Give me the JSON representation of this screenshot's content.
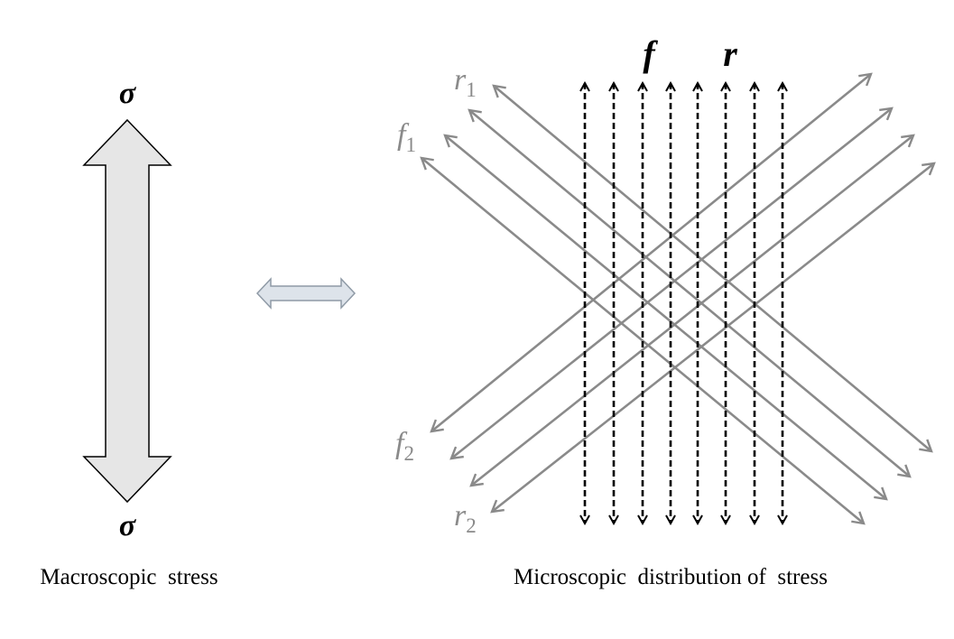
{
  "macro": {
    "top_symbol": "σ",
    "bottom_symbol": "σ",
    "caption": "Macroscopic  stress"
  },
  "micro": {
    "caption": "Microscopic  distribution of  stress",
    "label_f": "f",
    "label_r": "r",
    "label_f1": {
      "base": "f",
      "sub": "1"
    },
    "label_r1": {
      "base": "r",
      "sub": "1"
    },
    "label_f2": {
      "base": "f",
      "sub": "2"
    },
    "label_r2": {
      "base": "r",
      "sub": "2"
    },
    "vertical_arrow_count": 8,
    "diagonal_arrows_per_direction": 4
  },
  "colors": {
    "black": "#000000",
    "gray": "#8a8a8a",
    "arrow_fill": "#e6e6e6",
    "small_arrow_fill": "#dde3ea",
    "small_arrow_stroke": "#8f9aa6"
  }
}
